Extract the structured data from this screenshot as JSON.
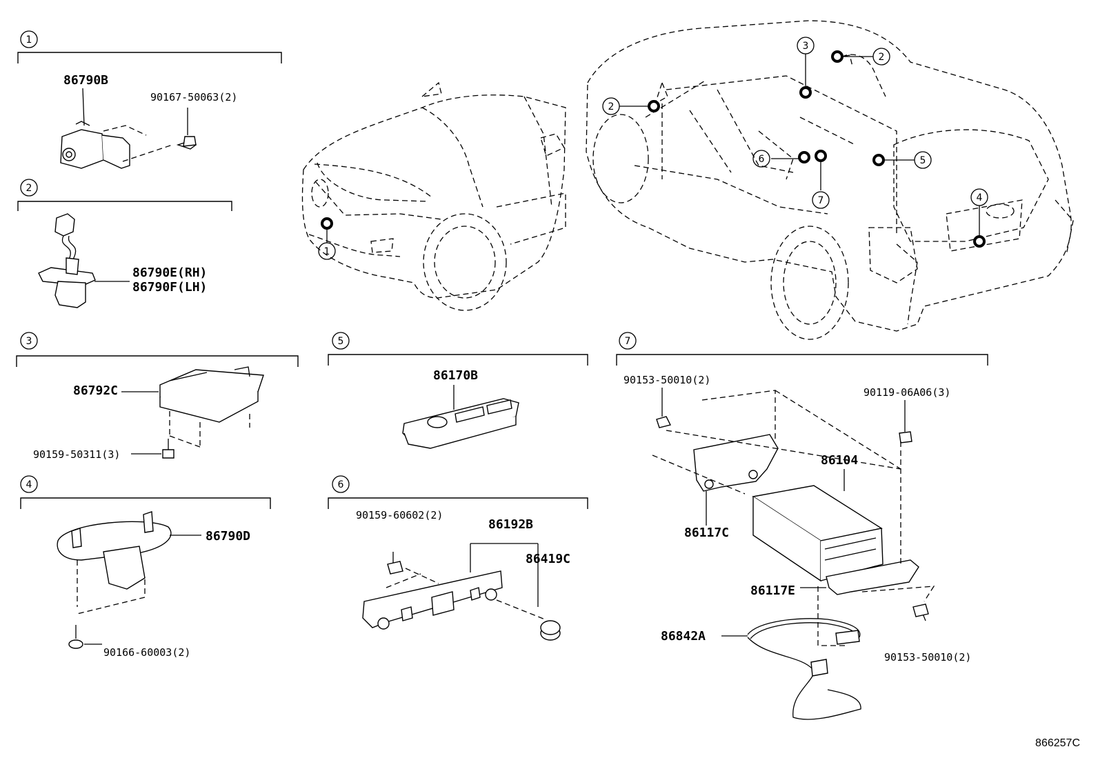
{
  "sections": [
    {
      "num": "1",
      "label": "1",
      "parts": [
        "86790B",
        "90167-50063(2)"
      ]
    },
    {
      "num": "2",
      "label": "2",
      "parts": [
        "86790E(RH)",
        "86790F(LH)"
      ]
    },
    {
      "num": "3",
      "label": "3",
      "parts": [
        "86792C",
        "90159-50311(3)"
      ]
    },
    {
      "num": "4",
      "label": "4",
      "parts": [
        "86790D",
        "90166-60003(2)"
      ]
    },
    {
      "num": "5",
      "label": "5",
      "parts": [
        "86170B"
      ]
    },
    {
      "num": "6",
      "label": "6",
      "parts": [
        "90159-60602(2)",
        "86192B",
        "86419C"
      ]
    },
    {
      "num": "7",
      "label": "7",
      "parts": [
        "90153-50010(2)",
        "90119-06A06(3)",
        "86104",
        "86117C",
        "86117E",
        "86842A",
        "90153-50010(2)"
      ]
    }
  ],
  "callouts": {
    "front_1": "1",
    "rear_2a": "2",
    "rear_2b": "2",
    "rear_3": "3",
    "rear_4": "4",
    "rear_5": "5",
    "rear_6": "6",
    "rear_7": "7"
  },
  "footer": "866257C"
}
